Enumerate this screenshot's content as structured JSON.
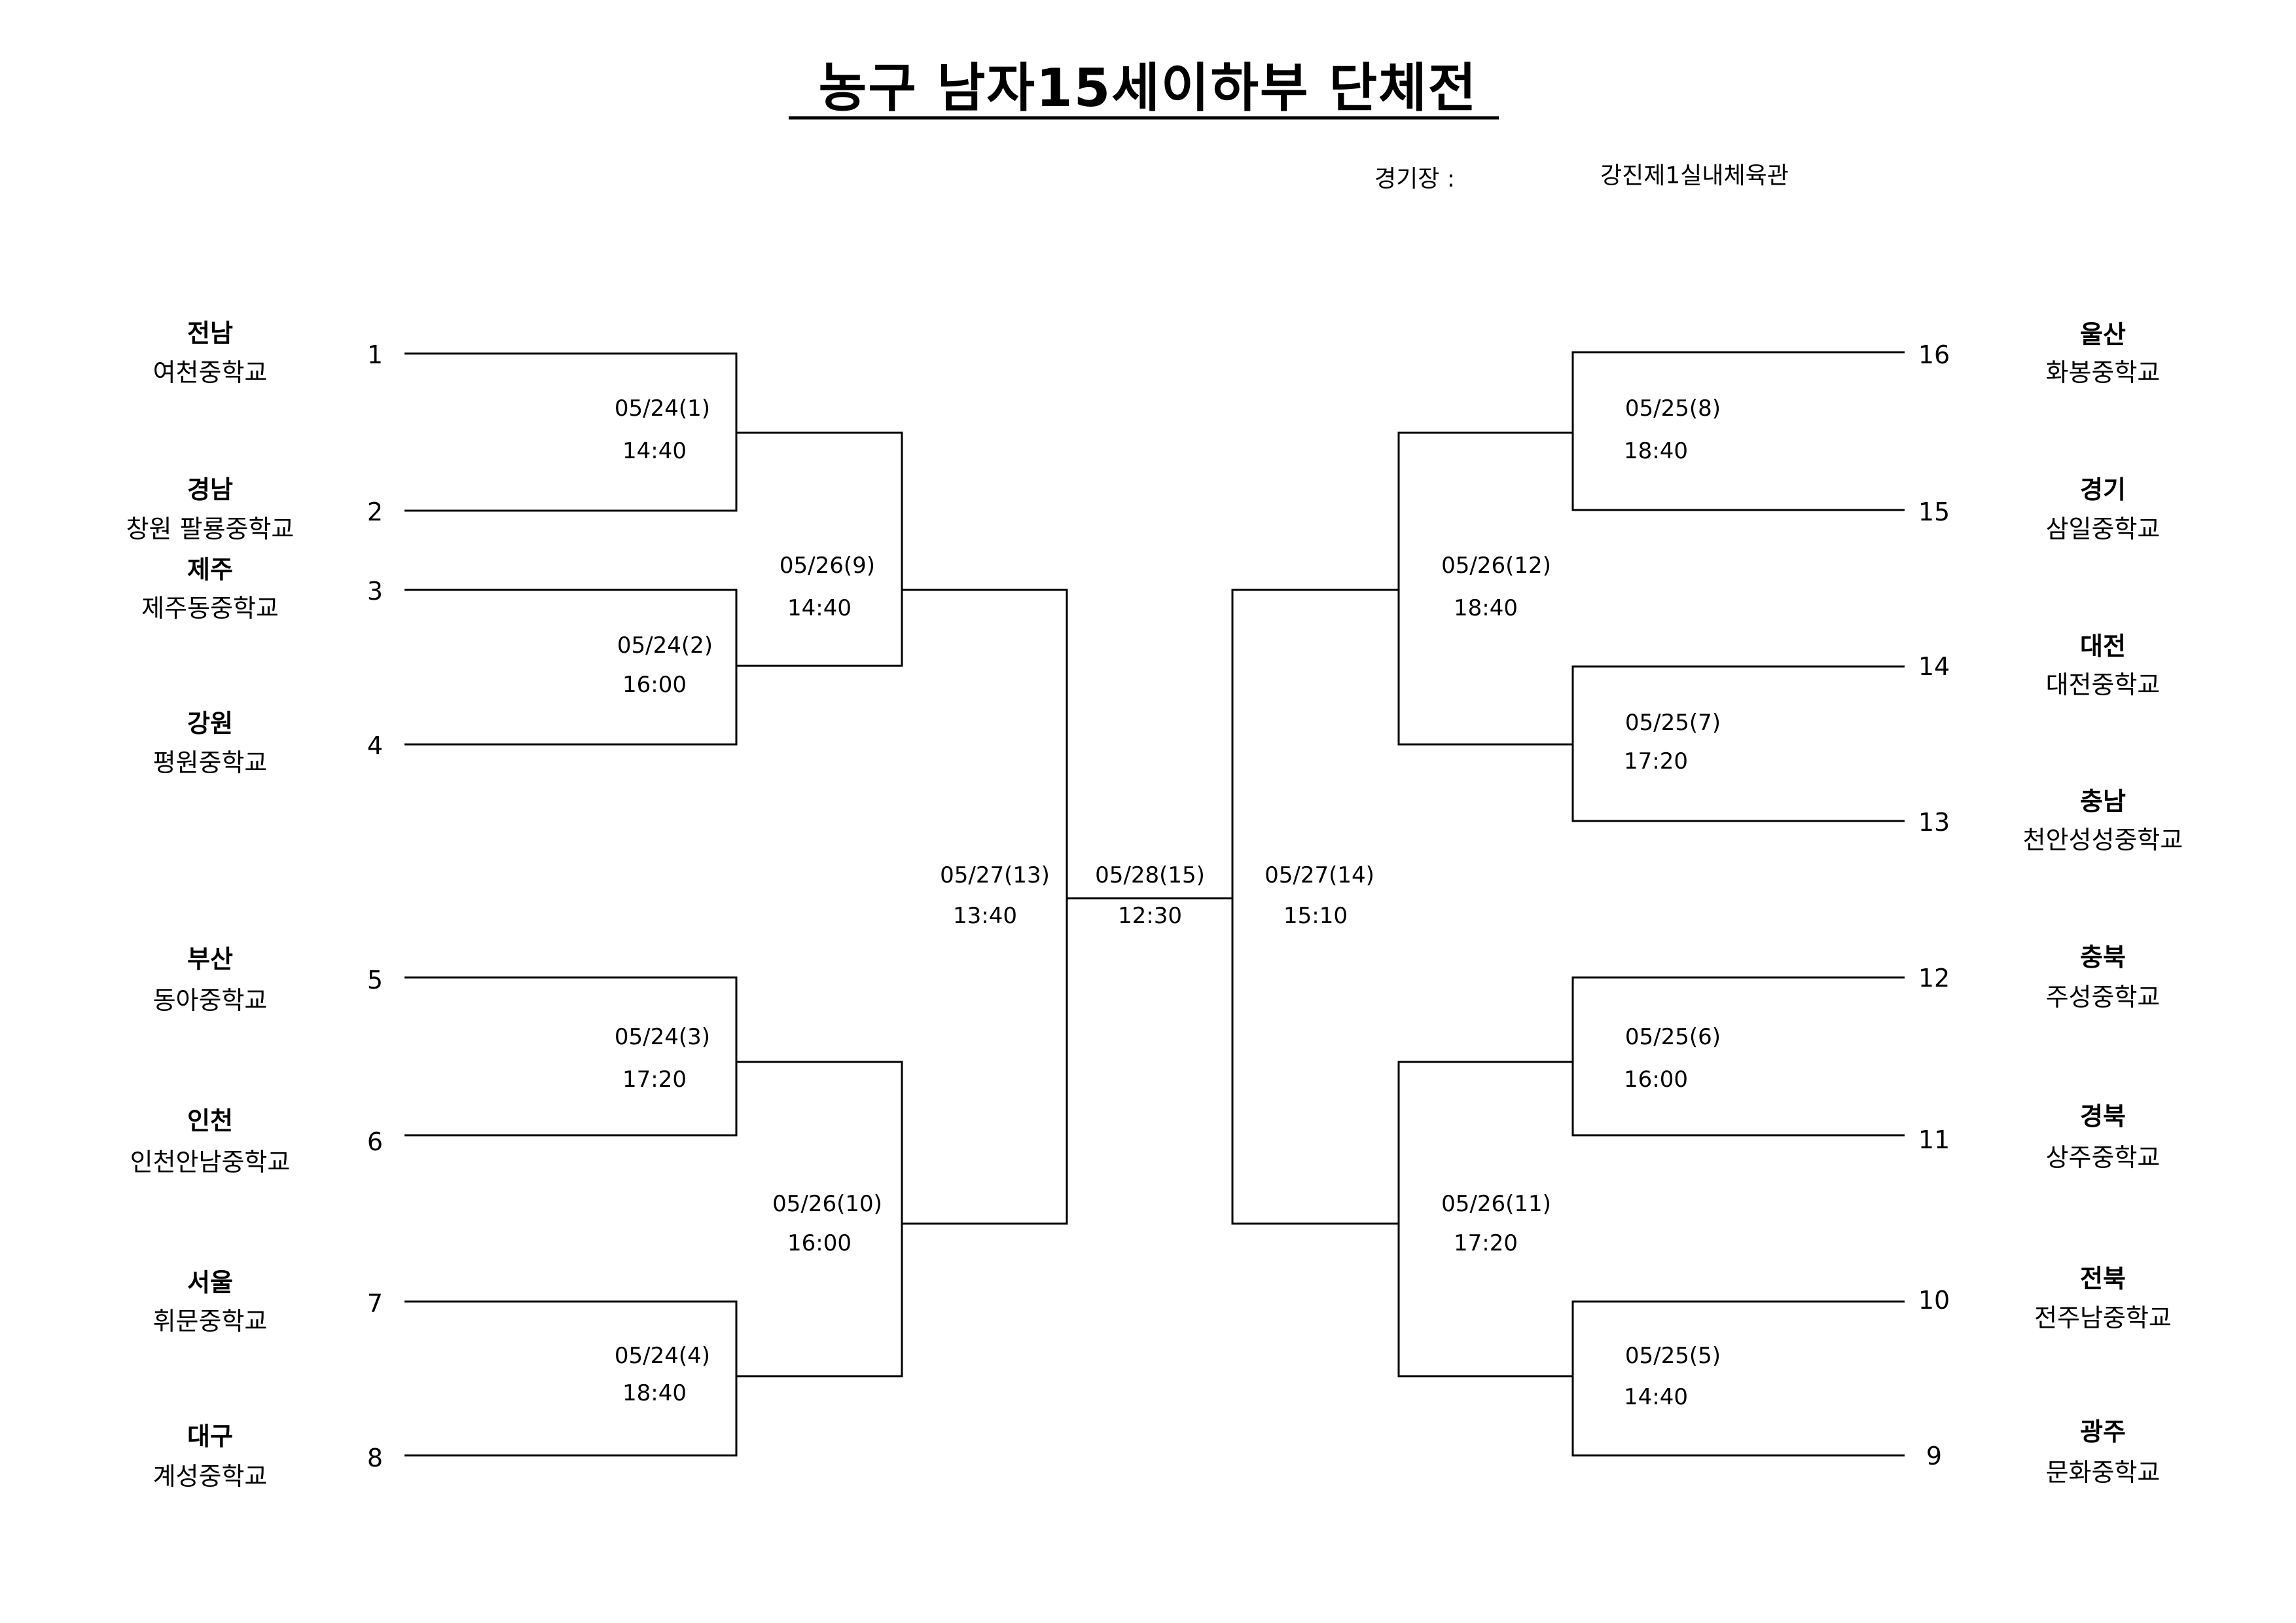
{
  "header": {
    "title": "농구 남자15세이하부 단체전",
    "venue_label": "경기장 :",
    "venue_name": "강진제1실내체육관"
  },
  "teams": [
    {
      "seed": "1",
      "region": "전남",
      "school": "여천중학교"
    },
    {
      "seed": "2",
      "region": "경남",
      "school": "창원 팔룡중학교"
    },
    {
      "seed": "3",
      "region": "제주",
      "school": "제주동중학교"
    },
    {
      "seed": "4",
      "region": "강원",
      "school": "평원중학교"
    },
    {
      "seed": "5",
      "region": "부산",
      "school": "동아중학교"
    },
    {
      "seed": "6",
      "region": "인천",
      "school": "인천안남중학교"
    },
    {
      "seed": "7",
      "region": "서울",
      "school": "휘문중학교"
    },
    {
      "seed": "8",
      "region": "대구",
      "school": "계성중학교"
    },
    {
      "seed": "16",
      "region": "울산",
      "school": "화봉중학교"
    },
    {
      "seed": "15",
      "region": "경기",
      "school": "삼일중학교"
    },
    {
      "seed": "14",
      "region": "대전",
      "school": "대전중학교"
    },
    {
      "seed": "13",
      "region": "충남",
      "school": "천안성성중학교"
    },
    {
      "seed": "12",
      "region": "충북",
      "school": "주성중학교"
    },
    {
      "seed": "11",
      "region": "경북",
      "school": "상주중학교"
    },
    {
      "seed": "10",
      "region": "전북",
      "school": "전주남중학교"
    },
    {
      "seed": "9",
      "region": "광주",
      "school": "문화중학교"
    }
  ],
  "matches": [
    {
      "date": "05/24(1)",
      "time": "14:40"
    },
    {
      "date": "05/24(2)",
      "time": "16:00"
    },
    {
      "date": "05/24(3)",
      "time": "17:20"
    },
    {
      "date": "05/24(4)",
      "time": "18:40"
    },
    {
      "date": "05/25(8)",
      "time": "18:40"
    },
    {
      "date": "05/25(7)",
      "time": "17:20"
    },
    {
      "date": "05/25(6)",
      "time": "16:00"
    },
    {
      "date": "05/25(5)",
      "time": "14:40"
    },
    {
      "date": "05/26(9)",
      "time": "14:40"
    },
    {
      "date": "05/26(10)",
      "time": "16:00"
    },
    {
      "date": "05/26(12)",
      "time": "18:40"
    },
    {
      "date": "05/26(11)",
      "time": "17:20"
    },
    {
      "date": "05/27(13)",
      "time": "13:40"
    },
    {
      "date": "05/28(15)",
      "time": "12:30"
    },
    {
      "date": "05/27(14)",
      "time": "15:10"
    }
  ]
}
